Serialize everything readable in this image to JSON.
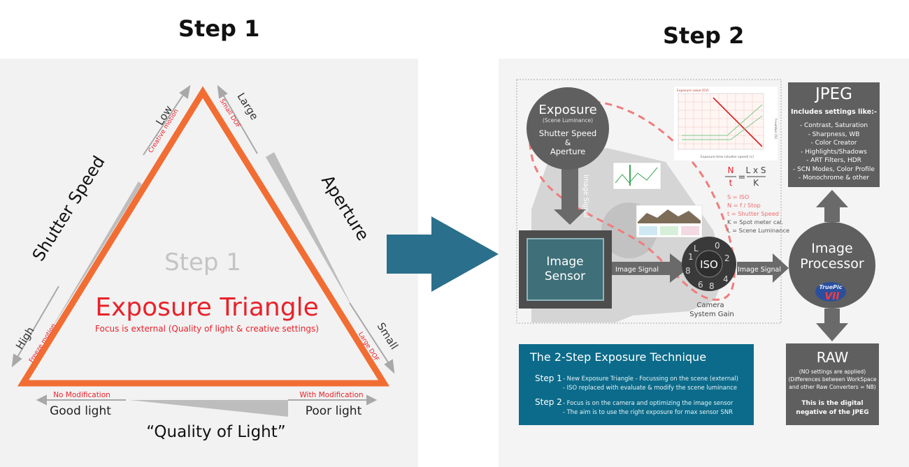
{
  "step1": {
    "title": "Step 1",
    "watermark": "Step 1",
    "triangle_title": "Exposure Triangle",
    "triangle_subtitle": "Focus is external (Quality of light & creative settings)",
    "shutter_speed": {
      "label": "Shutter Speed",
      "low": "Low",
      "low_note": "Creative motion",
      "high": "High",
      "high_note": "Freeze motion"
    },
    "aperture": {
      "label": "Aperture",
      "large": "Large",
      "large_note": "Small DOF",
      "small": "Small",
      "small_note": "Large DOF"
    },
    "light": {
      "label": "“Quality of Light”",
      "good": "Good light",
      "good_note": "No Modification",
      "poor": "Poor light",
      "poor_note": "With Modification"
    }
  },
  "step2": {
    "title": "Step 2",
    "exposure": {
      "title": "Exposure",
      "sub": "(Scene Luminance)",
      "line1": "Shutter Speed",
      "line2": "&",
      "line3": "Aperture"
    },
    "image_signal_vertical": "Image Signal",
    "sensor": {
      "line1": "Image",
      "line2": "Sensor"
    },
    "image_signal_1": "Image Signal",
    "image_signal_2": "Image Signal",
    "iso": {
      "label": "ISO",
      "caption1": "Camera",
      "caption2": "System Gain"
    },
    "processor": {
      "line1": "Image",
      "line2": "Processor",
      "logo_top": "TruePic",
      "logo_bottom": "VII"
    },
    "formula": {
      "lhs_top": "N",
      "lhs_bottom": "t",
      "eq": "=",
      "rhs_top": "L x S",
      "rhs_bottom": "K"
    },
    "legend": [
      "S = ISO",
      "N = f / Stop",
      "t = Shutter Speed",
      "K = Spot meter cal.",
      "L = Scene Luminance"
    ],
    "chart": {
      "title": "Exposure value [EV]",
      "xlabel": "Exposure time (shutter speed) [s]",
      "ylabel": "f-number [N]"
    },
    "jpeg": {
      "title": "JPEG",
      "heading": "Includes settings like:-",
      "items": [
        "- Contrast, Saturation",
        "- Sharpness, WB",
        "- Color Creator",
        "- Highlights/Shadows",
        "- ART Filters, HDR",
        "- SCN Modes, Color Profile",
        "- Monochrome & other"
      ]
    },
    "raw": {
      "title": "RAW",
      "note1": "(NO settings are applied)",
      "note2": "(Differences between WorkSpace",
      "note3": "and other Raw Converters = NB)",
      "neg1": "This is the digital",
      "neg2": "negative of the JPEG"
    }
  },
  "technique": {
    "title": "The 2-Step Exposure Technique",
    "step1_label": "Step 1",
    "step1_line1": "- New Exposure Triangle - Focussing on the scene (external)",
    "step1_line2": "- ISO replaced with evaluate & modify the scene luminance",
    "step2_label": "Step 2",
    "step2_line1": "- Focus is on the camera and optimizing the image sensor",
    "step2_line2": "- The aim is to use the right exposure for max sensor SNR"
  },
  "colors": {
    "orange": "#f26d33",
    "red": "#e8222a",
    "teal": "#0c6b8a",
    "arrow_blue": "#2a6f8c",
    "dark_gray": "#5f5f5f"
  }
}
